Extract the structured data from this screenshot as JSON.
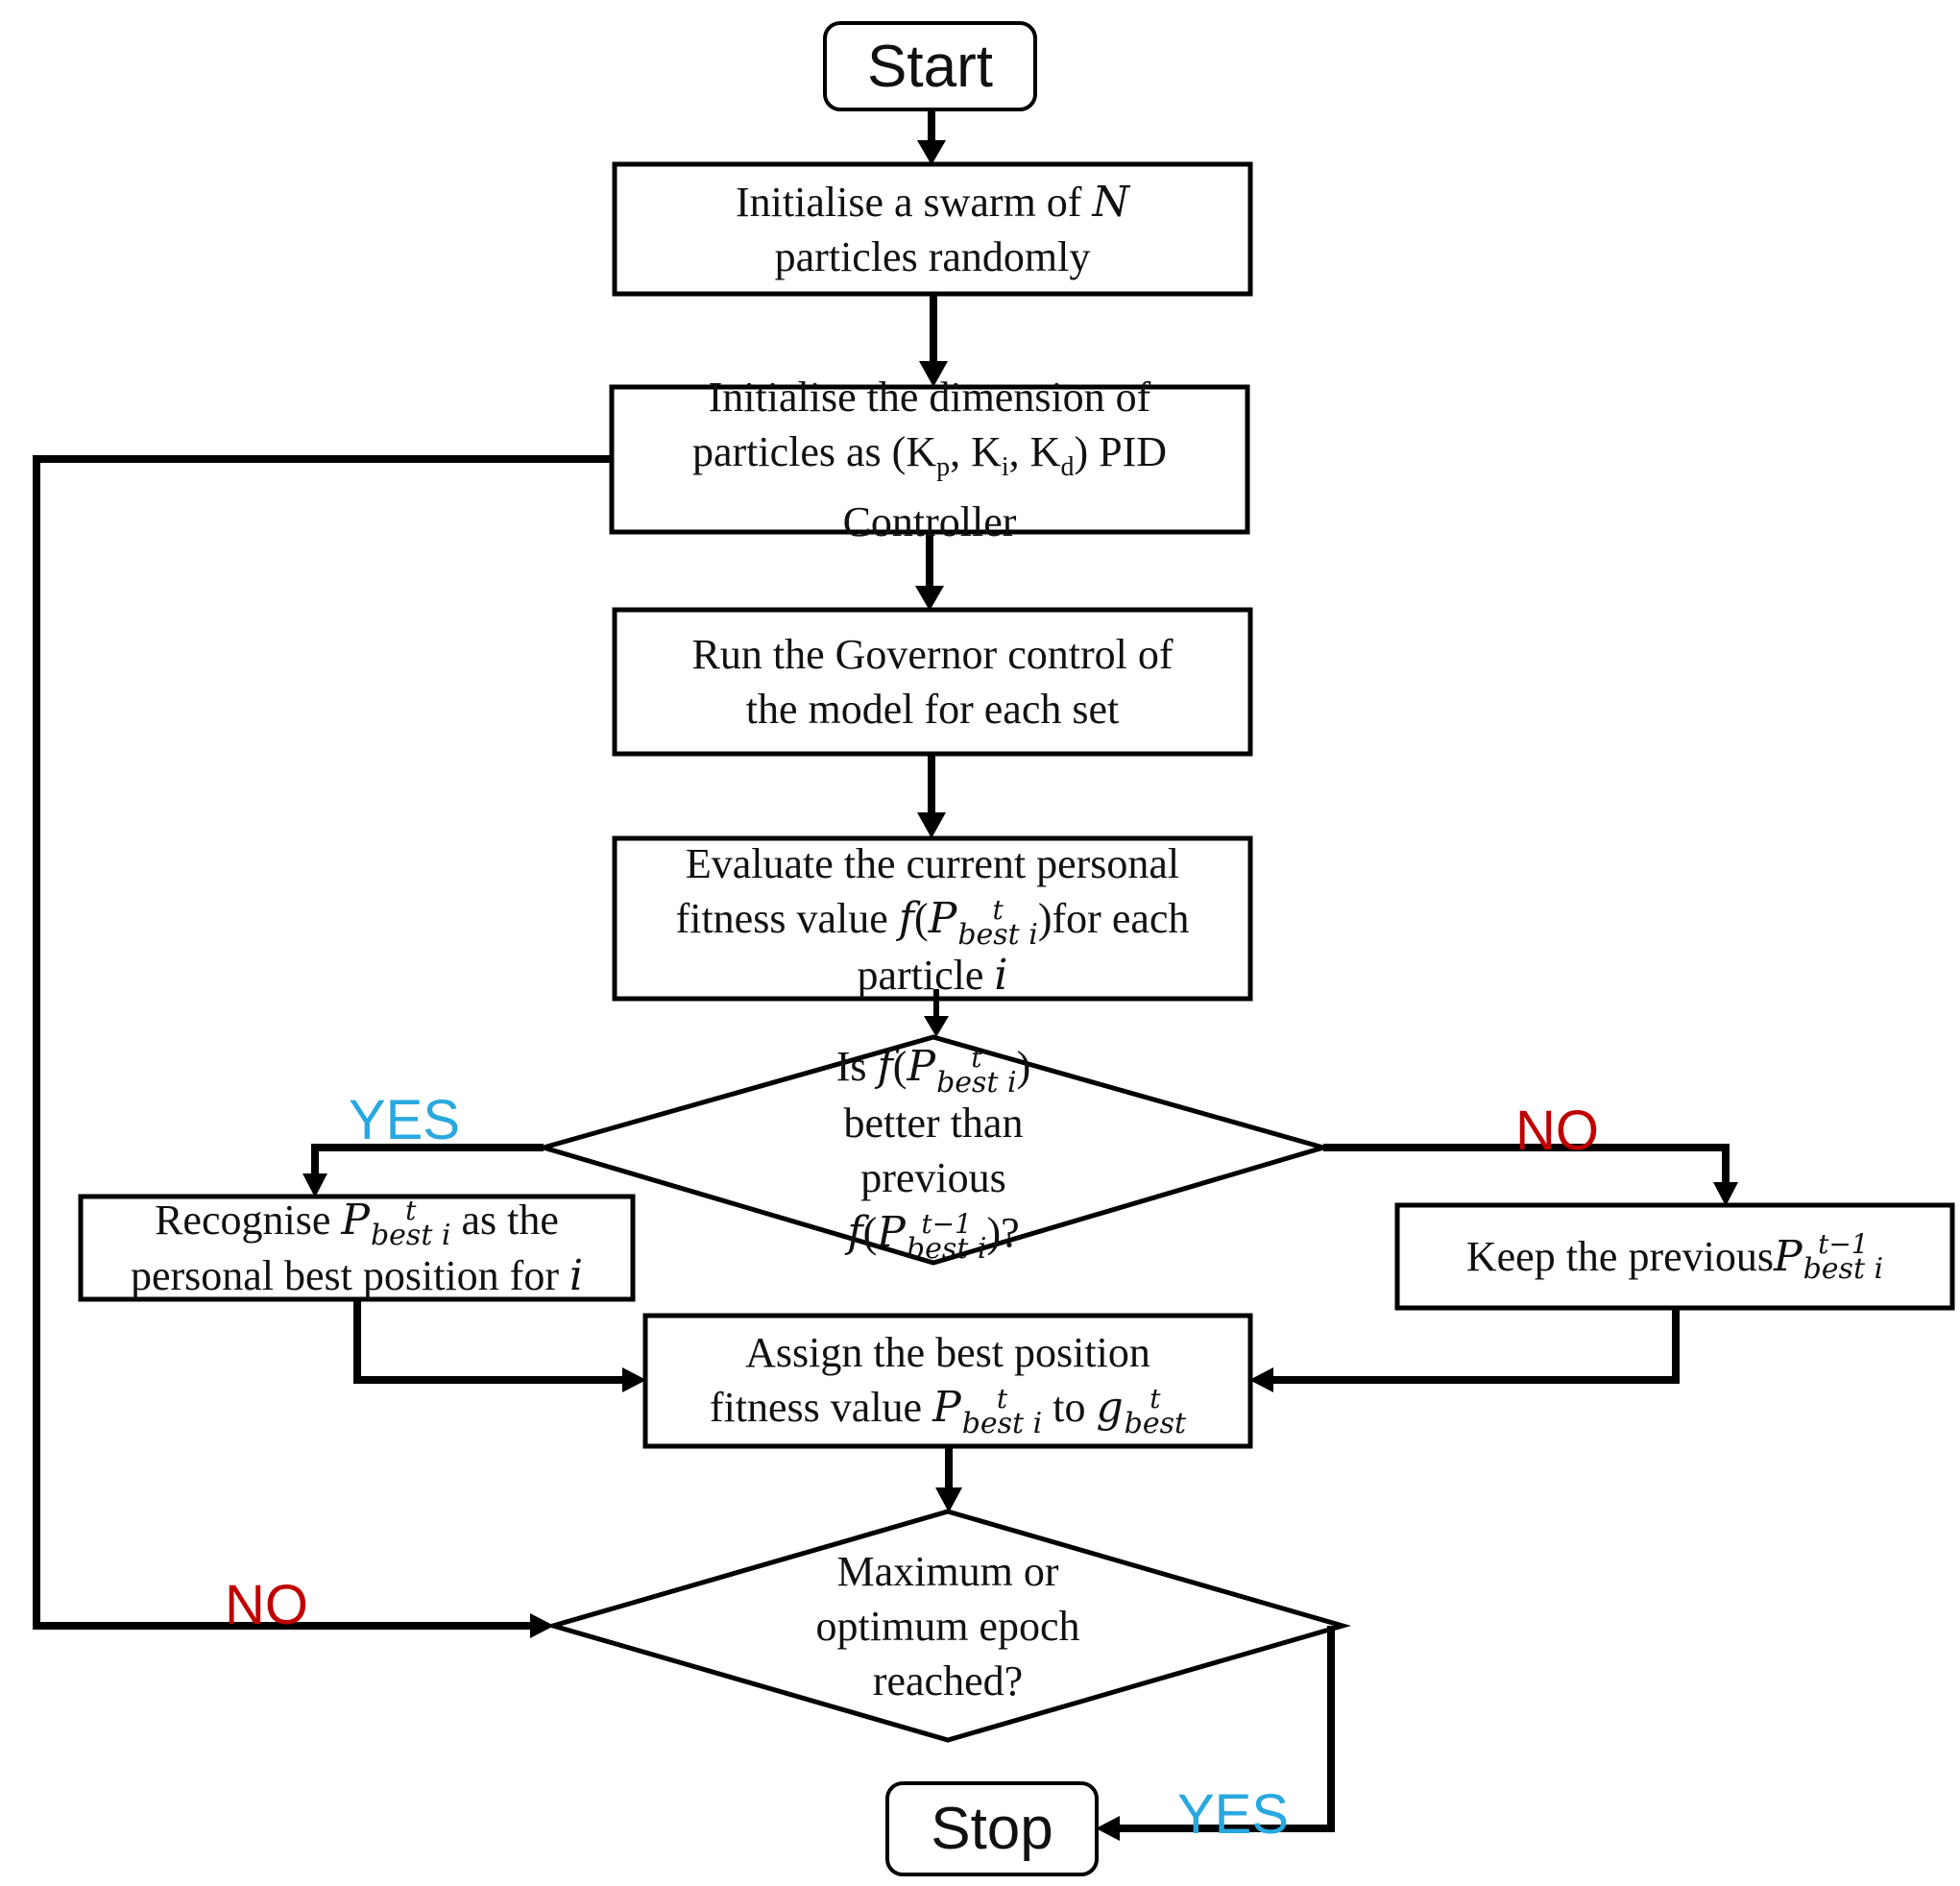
{
  "nodes": {
    "start": "Start",
    "init_swarm": {
      "line1": "Initialise a swarm of ",
      "line1_var": "N",
      "line2": "particles randomly"
    },
    "init_dim": {
      "line1": "Initialise the dimension of",
      "line2_a": "particles as (K",
      "sub_p": "p",
      "sep1": ", K",
      "sub_i": "i",
      "sep2": ", K",
      "sub_d": "d",
      "line2_b": ") PID",
      "line3": "Controller"
    },
    "run_governor": {
      "line1": "Run the Governor control of",
      "line2": "the model for each set"
    },
    "evaluate": {
      "line1": "Evaluate the current personal",
      "line2_a": "fitness value ",
      "f": "f",
      "P": "P",
      "sup": "t",
      "sub": "best i",
      "line2_b": "for each",
      "line3_a": "particle ",
      "line3_var": "i"
    },
    "decision1": {
      "line1_a": "Is ",
      "f": "f",
      "P": "P",
      "sup": "t",
      "sub": "best i",
      "line2": "better than",
      "line3": "previous",
      "sup_prev": "t−1",
      "sub_prev": "best i",
      "q": "?"
    },
    "recognise": {
      "line1_a": "Recognise ",
      "P": "P",
      "sup": "t",
      "sub": "best i",
      "line1_b": " as the",
      "line2_a": "personal best position for ",
      "line2_var": "i"
    },
    "keep": {
      "text": "Keep the previous ",
      "P": "P",
      "sup": "t−1",
      "sub": "best i"
    },
    "assign": {
      "line1": "Assign the best position",
      "line2_a": "fitness value ",
      "P": "P",
      "sup": "t",
      "sub": "best i",
      "line2_b": " to ",
      "g": "g",
      "gsup": "t",
      "gsub": "best"
    },
    "decision2": {
      "line1": "Maximum or",
      "line2": "optimum epoch",
      "line3": "reached?"
    },
    "stop": "Stop"
  },
  "edge_labels": {
    "d1_yes": "YES",
    "d1_no": "NO",
    "d2_no": "NO",
    "d2_yes": "YES"
  },
  "colors": {
    "yes": "#29a8e0",
    "no": "#c00000",
    "stroke": "#000000"
  }
}
